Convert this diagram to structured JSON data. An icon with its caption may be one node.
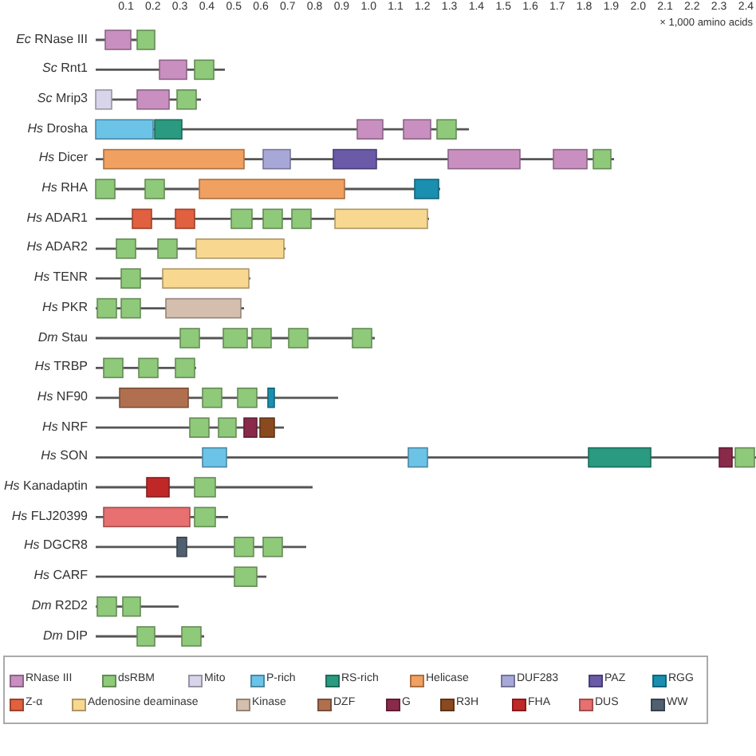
{
  "diagram": {
    "labels": [
      "0.1",
      "0.2",
      "0.3",
      "0.4",
      "0.5",
      "0.6",
      "0.7",
      "0.8",
      "0.9",
      "1.0",
      "1.1",
      "1.2",
      "1.3",
      "1.4",
      "1.5",
      "1.6",
      "1.7",
      "1.8",
      "1.9",
      "2.0",
      "2.1",
      "2.2",
      "2.3",
      "2.4",
      "× 1,000 amino acids",
      "*Ec* RNase III",
      "*Sc* Rnt1",
      "*Sc* Mrip3",
      "*Hs* Drosha",
      "*Hs* Dicer",
      "*Hs* RHA",
      "*Hs* ADAR1",
      "*Hs* ADAR2",
      "*Hs* TENR",
      "*Hs* PKR",
      "*Dm* Stau",
      "*Hs* TRBP",
      "*Hs* NF90",
      "*Hs* NRF",
      "*Hs* SON",
      "*Hs* Kanadaptin",
      "*Hs* FLJ20399",
      "*Hs* DGCR8",
      "*Hs* CARF",
      "*Dm* R2D2",
      "*Dm* DIP"
    ],
    "legend": [
      {
        "text": "RNase III",
        "color": "#c98fc0"
      },
      {
        "text": "dsRBM",
        "color": "#8fc97a"
      },
      {
        "text": "Mito",
        "color": "#d8d4ea"
      },
      {
        "text": "P-rich",
        "color": "#6cc3e8"
      },
      {
        "text": "RS-rich",
        "color": "#2a9a80"
      },
      {
        "text": "Helicase",
        "color": "#f0a060"
      },
      {
        "text": "DUF283",
        "color": "#a8a8d8"
      },
      {
        "text": "PAZ",
        "color": "#6a5aa8"
      },
      {
        "text": "RGG",
        "color": "#1a8fb0"
      },
      {
        "text": "Z-α",
        "color": "#e06040"
      },
      {
        "text": "Adenosine deaminase",
        "color": "#f8d890"
      },
      {
        "text": "Kinase",
        "color": "#d4bfae"
      },
      {
        "text": "DZF",
        "color": "#b07050"
      },
      {
        "text": "G",
        "color": "#8a2a4a"
      },
      {
        "text": "R3H",
        "color": "#8a4a20"
      },
      {
        "text": "FHA",
        "color": "#c02828"
      },
      {
        "text": "DUS",
        "color": "#e87070"
      },
      {
        "text": "WW",
        "color": "#506070"
      }
    ]
  }
}
